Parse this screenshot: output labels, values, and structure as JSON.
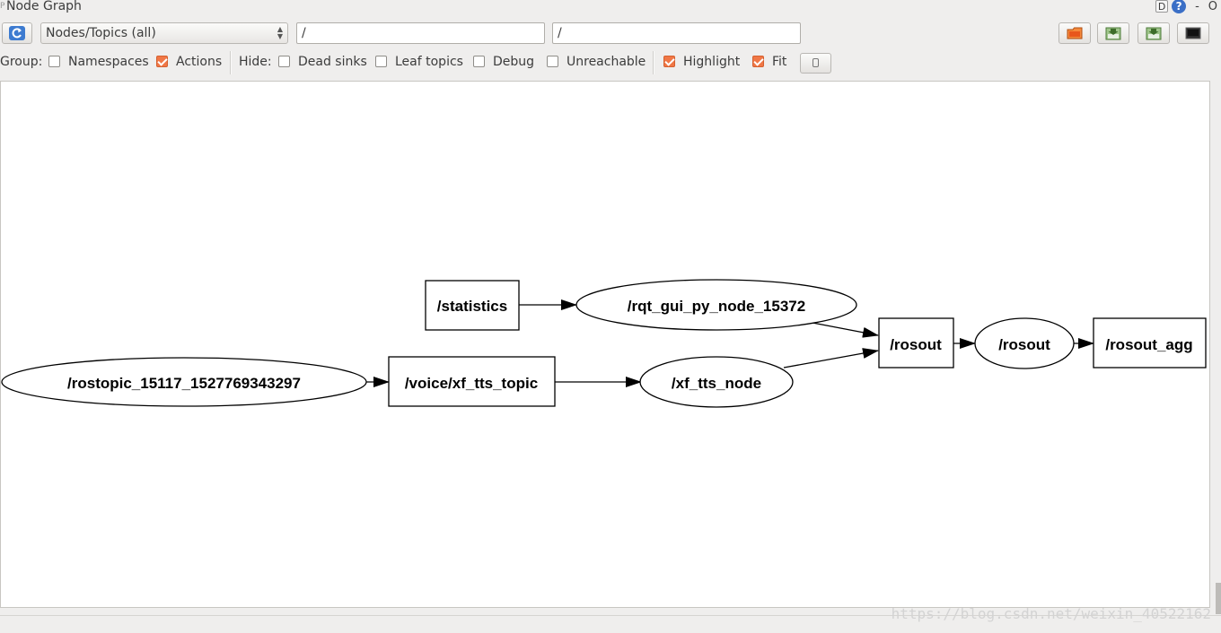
{
  "window": {
    "title": "Node Graph",
    "d_label": "D",
    "help_label": "?",
    "ctrl_minus": "-",
    "ctrl_close": "O"
  },
  "toolbar": {
    "graph_type": "Nodes/Topics (all)",
    "node_filter": "/",
    "topic_filter": "/",
    "refresh_icon": "refresh-icon",
    "buttons": [
      "load-dot-icon",
      "save-dot-icon",
      "save-image-icon",
      "screenshot-icon"
    ]
  },
  "options": {
    "group_label": "Group:",
    "namespaces": {
      "label": "Namespaces",
      "checked": false
    },
    "actions": {
      "label": "Actions",
      "checked": true
    },
    "hide_label": "Hide:",
    "dead_sinks": {
      "label": "Dead sinks",
      "checked": false
    },
    "leaf_topics": {
      "label": "Leaf topics",
      "checked": false
    },
    "debug": {
      "label": "Debug",
      "checked": false
    },
    "unreachable": {
      "label": "Unreachable",
      "checked": false
    },
    "highlight": {
      "label": "Highlight",
      "checked": true
    },
    "fit": {
      "label": "Fit",
      "checked": true
    }
  },
  "graph": {
    "nodes": {
      "statistics": "/statistics",
      "rqt_gui": "/rqt_gui_py_node_15372",
      "rostopic": "/rostopic_15117_1527769343297",
      "voice_topic": "/voice/xf_tts_topic",
      "xf_tts_node": "/xf_tts_node",
      "rosout_topic": "/rosout",
      "rosout_node": "/rosout",
      "rosout_agg": "/rosout_agg"
    },
    "edges": [
      [
        "statistics",
        "rqt_gui"
      ],
      [
        "rqt_gui",
        "rosout_topic"
      ],
      [
        "rostopic",
        "voice_topic"
      ],
      [
        "voice_topic",
        "xf_tts_node"
      ],
      [
        "xf_tts_node",
        "rosout_topic"
      ],
      [
        "rosout_topic",
        "rosout_node"
      ],
      [
        "rosout_node",
        "rosout_agg"
      ]
    ]
  },
  "watermark": "https://blog.csdn.net/weixin_40522162"
}
